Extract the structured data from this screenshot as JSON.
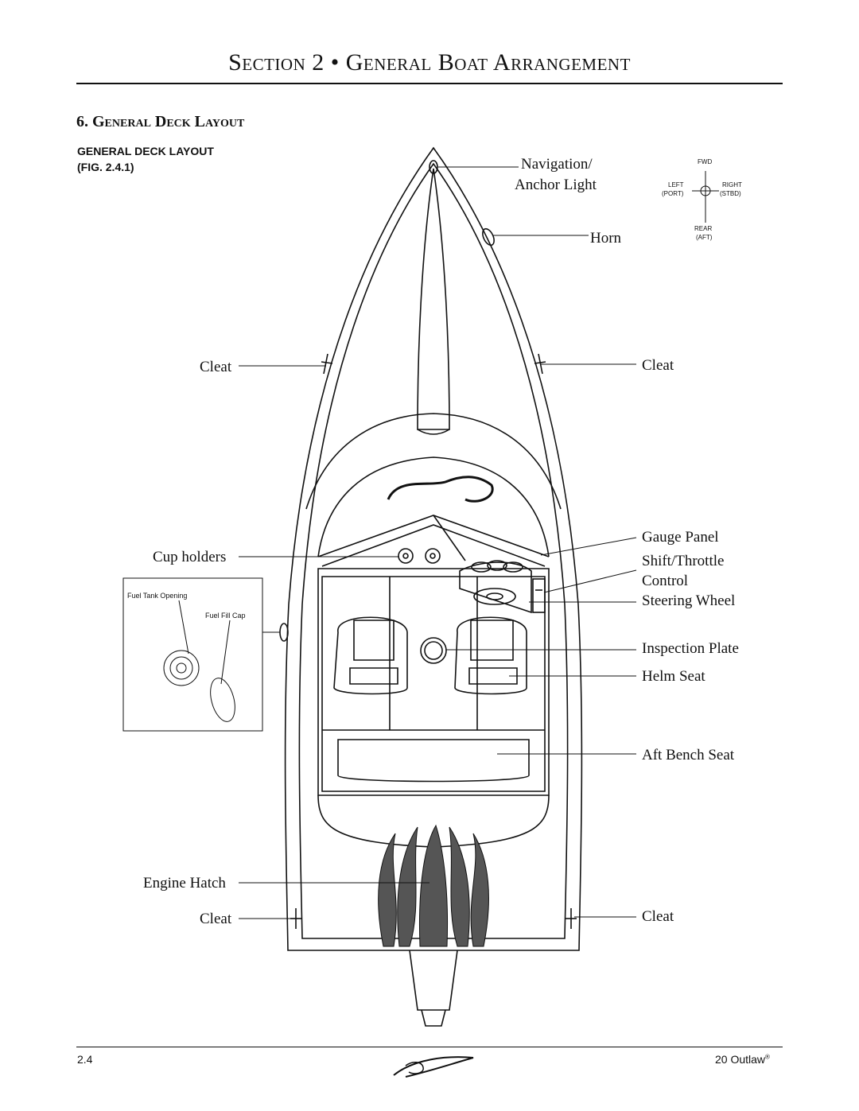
{
  "header": {
    "section_title": "Section 2 • General Boat Arrangement",
    "subsection_title": "6. General Deck Layout",
    "figure_label_line1": "GENERAL DECK LAYOUT",
    "figure_label_line2": "(FIG. 2.4.1)"
  },
  "compass": {
    "fwd": "FWD",
    "left": "LEFT",
    "port": "(PORT)",
    "right": "RIGHT",
    "stbd": "(STBD)",
    "rear": "REAR",
    "aft": "(AFT)"
  },
  "callouts": {
    "navigation_1": "Navigation/",
    "navigation_2": "Anchor Light",
    "horn": "Horn",
    "cleat_left_fwd": "Cleat",
    "cleat_right_fwd": "Cleat",
    "cup_holders": "Cup holders",
    "gauge_panel": "Gauge Panel",
    "shift_throttle_1": "Shift/Throttle",
    "shift_throttle_2": "Control",
    "steering_wheel": "Steering Wheel",
    "inspection_plate": "Inspection Plate",
    "helm_seat": "Helm Seat",
    "aft_bench_seat": "Aft Bench Seat",
    "engine_hatch": "Engine Hatch",
    "cleat_left_aft": "Cleat",
    "cleat_right_aft": "Cleat"
  },
  "inset": {
    "fuel_tank_opening": "Fuel Tank Opening",
    "fuel_fill_cap": "Fuel Fill Cap"
  },
  "footer": {
    "page_number": "2.4",
    "model": "20 Outlaw",
    "registered": "®"
  }
}
